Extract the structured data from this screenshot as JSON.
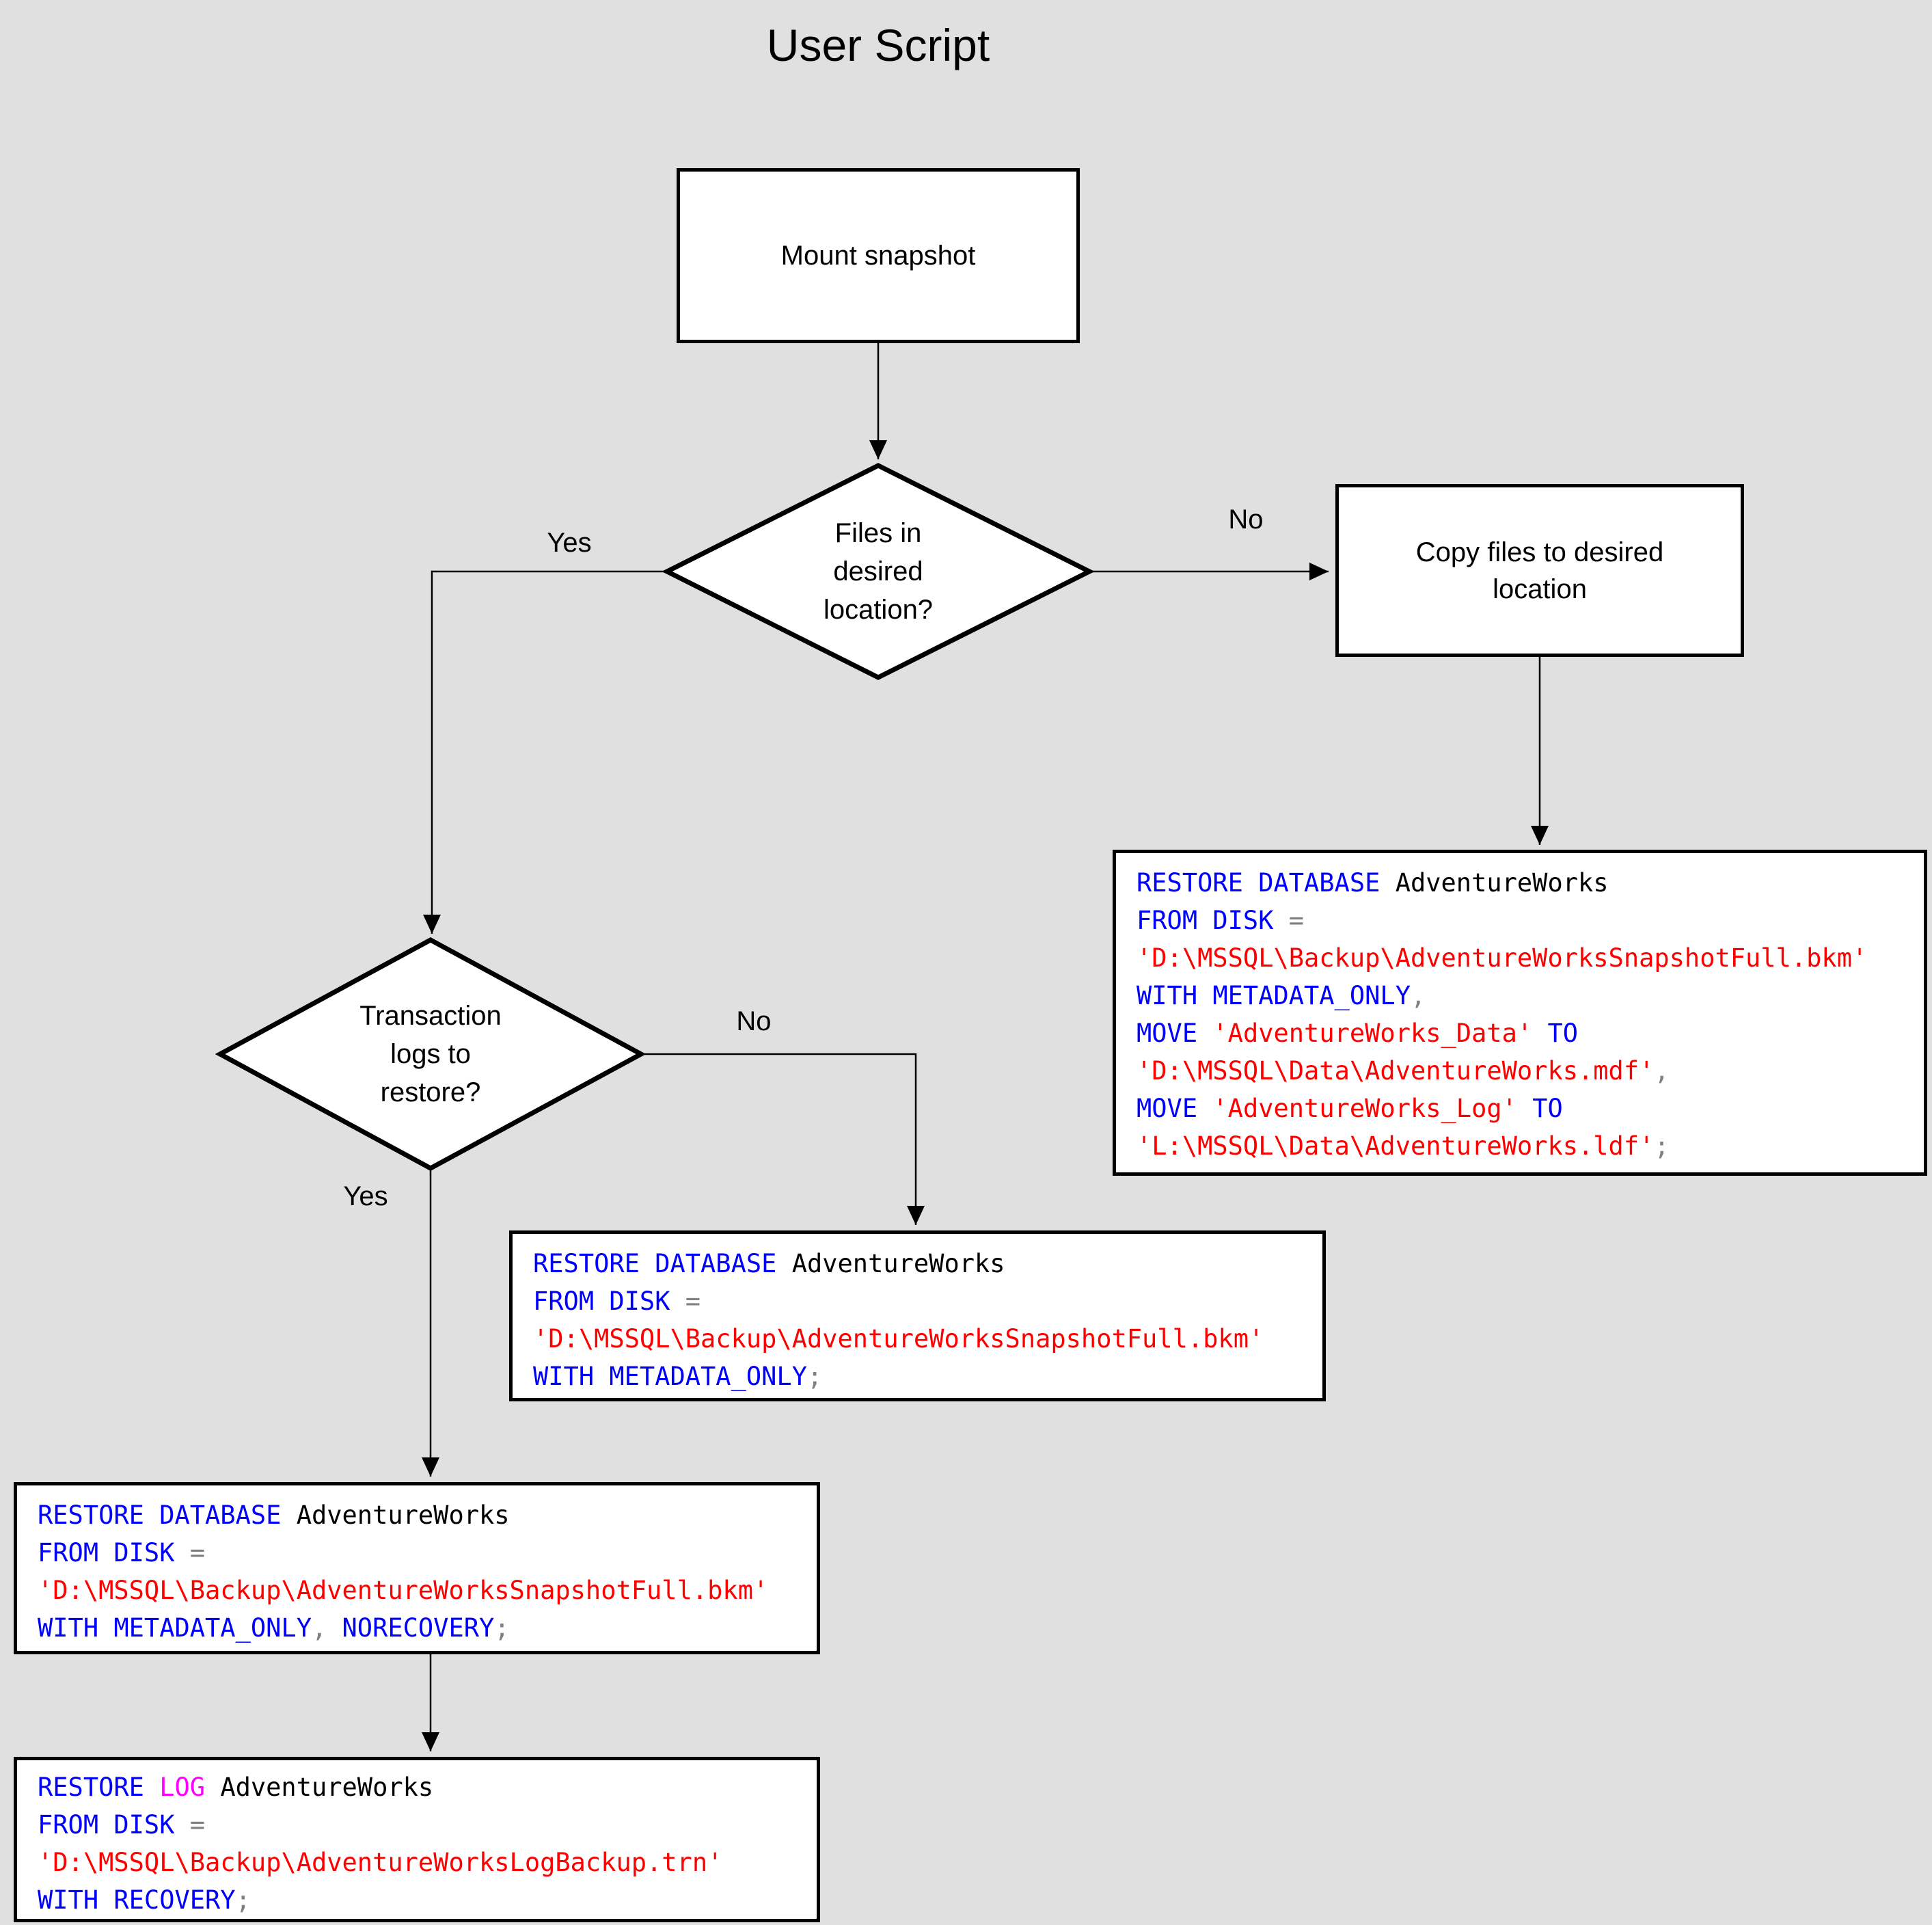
{
  "title": "User Script",
  "colors": {
    "background": "#E0E0E0",
    "node_fill": "#FFFFFF",
    "node_border": "#000000",
    "keyword": "#0000FF",
    "identifier": "#000000",
    "string": "#FF0000",
    "operator": "#808080",
    "log_keyword": "#FF00FF"
  },
  "nodes": {
    "mount_snapshot": {
      "type": "process",
      "label": "Mount snapshot"
    },
    "files_in_location": {
      "type": "decision",
      "label": "Files in\ndesired\nlocation?"
    },
    "copy_files": {
      "type": "process",
      "label": "Copy files to desired location"
    },
    "transaction_logs": {
      "type": "decision",
      "label": "Transaction\nlogs to\nrestore?"
    }
  },
  "edge_labels": {
    "files_yes": "Yes",
    "files_no": "No",
    "logs_yes": "Yes",
    "logs_no": "No"
  },
  "code_boxes": {
    "restore_move": {
      "lines": [
        [
          {
            "t": "RESTORE DATABASE ",
            "c": "keyword"
          },
          {
            "t": "AdventureWorks",
            "c": "identifier"
          }
        ],
        [
          {
            "t": "FROM DISK ",
            "c": "keyword"
          },
          {
            "t": "=",
            "c": "operator"
          }
        ],
        [
          {
            "t": "'D:\\MSSQL\\Backup\\AdventureWorksSnapshotFull.bkm'",
            "c": "string"
          }
        ],
        [
          {
            "t": "WITH METADATA_ONLY",
            "c": "keyword"
          },
          {
            "t": ",",
            "c": "operator"
          }
        ],
        [
          {
            "t": "MOVE ",
            "c": "keyword"
          },
          {
            "t": "'AdventureWorks_Data'",
            "c": "string"
          },
          {
            "t": " ",
            "c": "identifier"
          },
          {
            "t": "TO",
            "c": "keyword"
          }
        ],
        [
          {
            "t": "'D:\\MSSQL\\Data\\AdventureWorks.mdf'",
            "c": "string"
          },
          {
            "t": ",",
            "c": "operator"
          }
        ],
        [
          {
            "t": "MOVE ",
            "c": "keyword"
          },
          {
            "t": "'AdventureWorks_Log'",
            "c": "string"
          },
          {
            "t": " ",
            "c": "identifier"
          },
          {
            "t": "TO",
            "c": "keyword"
          }
        ],
        [
          {
            "t": "'L:\\MSSQL\\Data\\AdventureWorks.ldf'",
            "c": "string"
          },
          {
            "t": ";",
            "c": "operator"
          }
        ]
      ]
    },
    "restore_metadata_only": {
      "lines": [
        [
          {
            "t": "RESTORE DATABASE ",
            "c": "keyword"
          },
          {
            "t": "AdventureWorks",
            "c": "identifier"
          }
        ],
        [
          {
            "t": "FROM DISK ",
            "c": "keyword"
          },
          {
            "t": "=",
            "c": "operator"
          }
        ],
        [
          {
            "t": "'D:\\MSSQL\\Backup\\AdventureWorksSnapshotFull.bkm'",
            "c": "string"
          }
        ],
        [
          {
            "t": "WITH METADATA_ONLY",
            "c": "keyword"
          },
          {
            "t": ";",
            "c": "operator"
          }
        ]
      ]
    },
    "restore_norecovery": {
      "lines": [
        [
          {
            "t": "RESTORE DATABASE ",
            "c": "keyword"
          },
          {
            "t": "AdventureWorks",
            "c": "identifier"
          }
        ],
        [
          {
            "t": "FROM DISK ",
            "c": "keyword"
          },
          {
            "t": "=",
            "c": "operator"
          }
        ],
        [
          {
            "t": "'D:\\MSSQL\\Backup\\AdventureWorksSnapshotFull.bkm'",
            "c": "string"
          }
        ],
        [
          {
            "t": "WITH METADATA_ONLY",
            "c": "keyword"
          },
          {
            "t": ", ",
            "c": "operator"
          },
          {
            "t": "NORECOVERY",
            "c": "keyword"
          },
          {
            "t": ";",
            "c": "operator"
          }
        ]
      ]
    },
    "restore_log": {
      "lines": [
        [
          {
            "t": "RESTORE ",
            "c": "keyword"
          },
          {
            "t": "LOG",
            "c": "log_keyword"
          },
          {
            "t": " AdventureWorks",
            "c": "identifier"
          }
        ],
        [
          {
            "t": "FROM DISK ",
            "c": "keyword"
          },
          {
            "t": "=",
            "c": "operator"
          }
        ],
        [
          {
            "t": "'D:\\MSSQL\\Backup\\AdventureWorksLogBackup.trn'",
            "c": "string"
          }
        ],
        [
          {
            "t": "WITH RECOVERY",
            "c": "keyword"
          },
          {
            "t": ";",
            "c": "operator"
          }
        ]
      ]
    }
  }
}
